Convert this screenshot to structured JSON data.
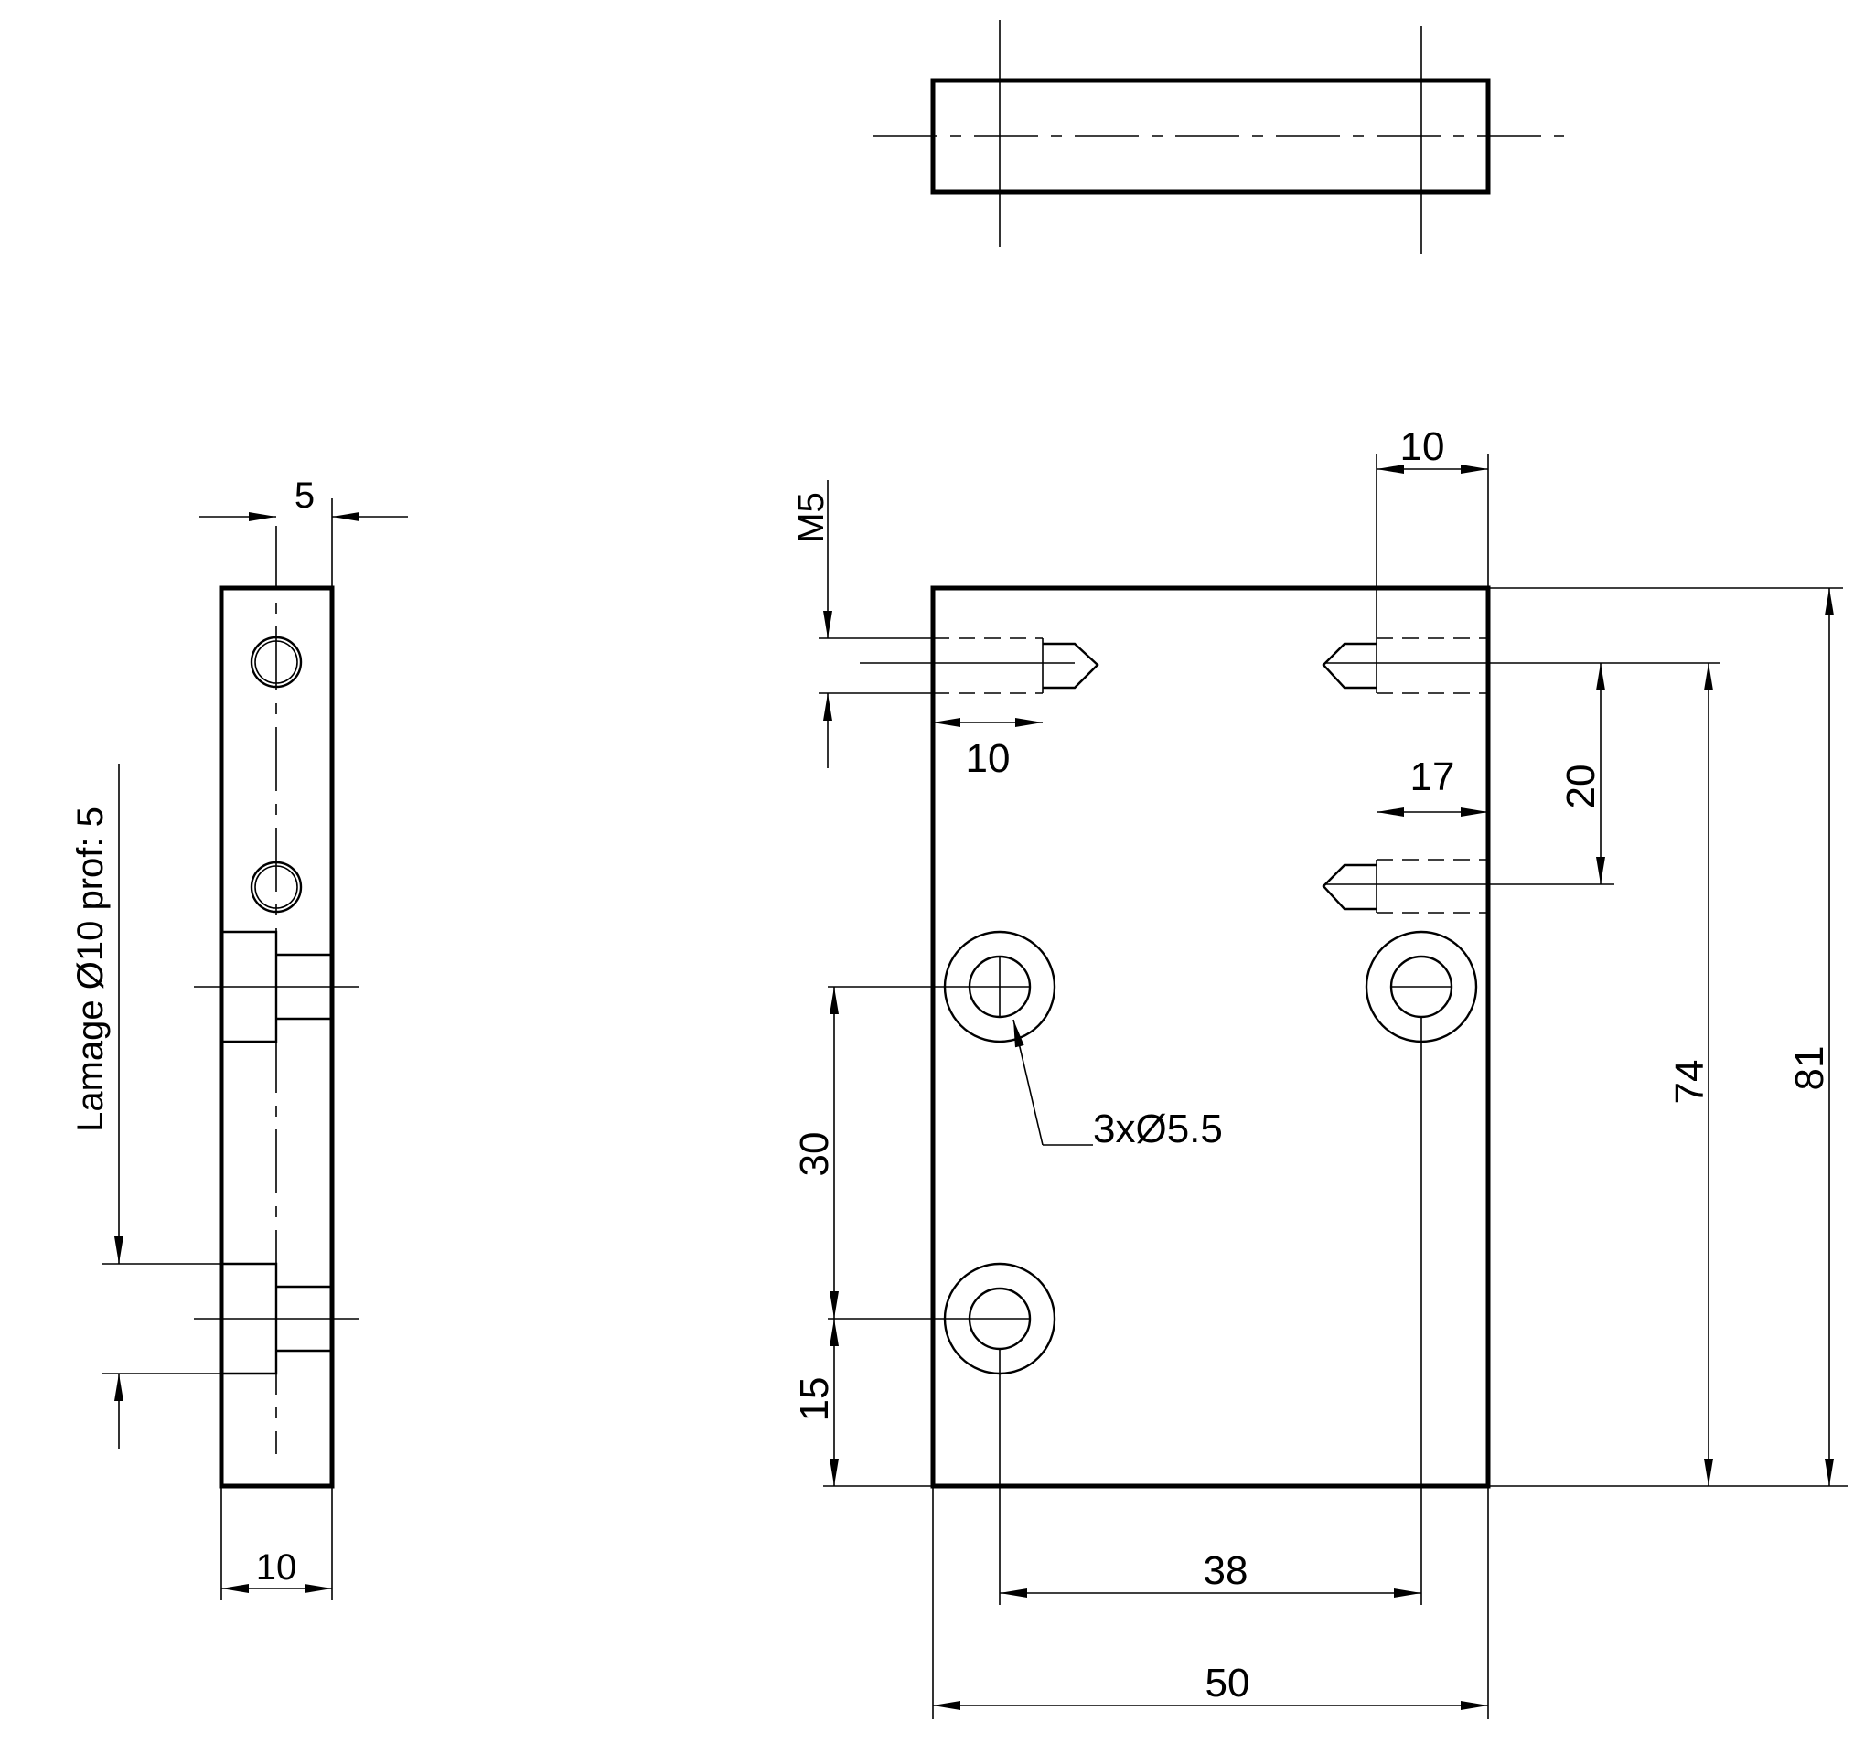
{
  "drawing": {
    "units": "mm",
    "views": [
      "top-view",
      "side-view",
      "front-view"
    ]
  },
  "side_view": {
    "dim_thickness_top": "5",
    "dim_thickness_bottom": "10",
    "counterbore_note": "Lamage Ø10 prof: 5"
  },
  "front_view": {
    "thread_label": "M5",
    "dim_thread_depth": "10",
    "dim_top_offset": "10",
    "dim_thread_depth_right": "17",
    "dim_thread_spacing": "20",
    "hole_callout": "3xØ5.5",
    "dim_hole_spacing_vertical": "30",
    "dim_bottom_offset": "15",
    "dim_hole_spacing_horizontal": "38",
    "dim_width": "50",
    "dim_height_inner": "74",
    "dim_height_total": "81"
  }
}
